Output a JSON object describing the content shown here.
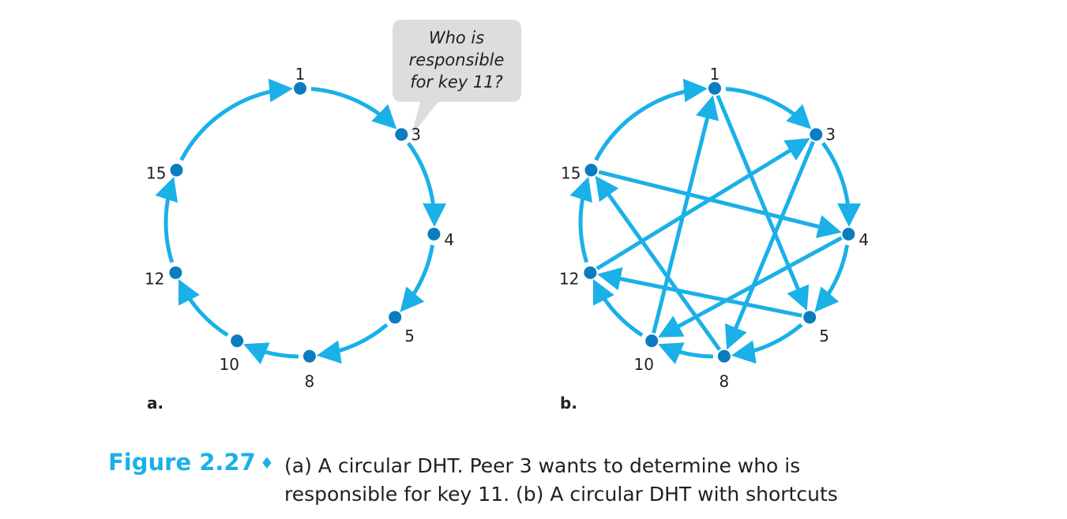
{
  "bubble": {
    "lines": [
      "Who is",
      "responsible",
      "for key 11?"
    ]
  },
  "panel_a": {
    "label": "a.",
    "nodes": [
      "1",
      "3",
      "4",
      "5",
      "8",
      "10",
      "12",
      "15"
    ]
  },
  "panel_b": {
    "label": "b.",
    "nodes": [
      "1",
      "3",
      "4",
      "5",
      "8",
      "10",
      "12",
      "15"
    ],
    "shortcuts": [
      [
        "1",
        "5"
      ],
      [
        "3",
        "8"
      ],
      [
        "4",
        "10"
      ],
      [
        "5",
        "12"
      ],
      [
        "8",
        "15"
      ],
      [
        "10",
        "1"
      ],
      [
        "12",
        "3"
      ],
      [
        "15",
        "4"
      ]
    ]
  },
  "caption": {
    "figure": "Figure 2.27",
    "diamond": "♦",
    "text": "(a) A circular DHT. Peer 3 wants to determine who is responsible for key 11. (b) A circular DHT with shortcuts"
  },
  "colors": {
    "arrow": "#1ab0e8",
    "node": "#0a7cbf",
    "bubble": "#dcdddd",
    "caption": "#1ab0e8"
  }
}
